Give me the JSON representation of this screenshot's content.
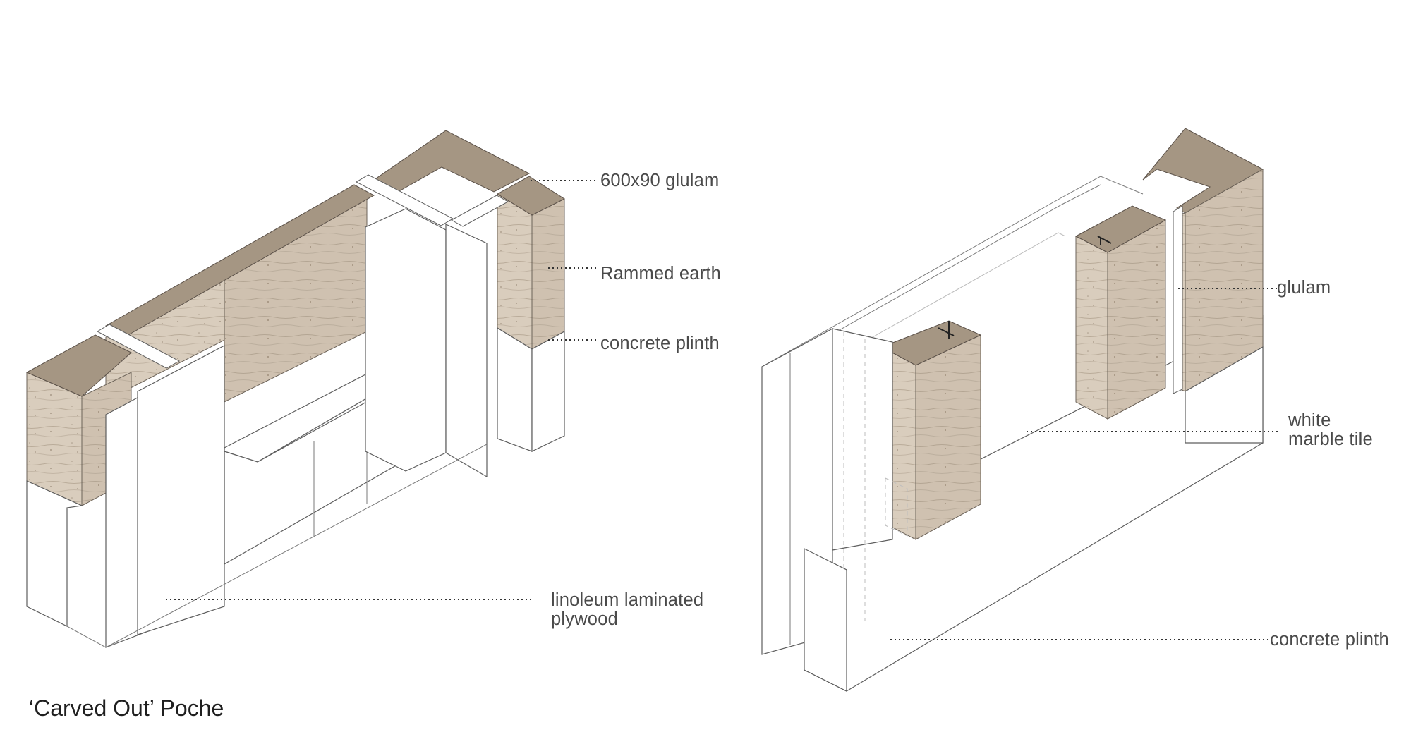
{
  "title": "‘Carved Out’ Poche",
  "labels": {
    "glulam_600x90": "600x90 glulam",
    "rammed_earth": "Rammed earth",
    "concrete_plinth_left": "concrete plinth",
    "linoleum_line1": "linoleum laminated",
    "linoleum_line2": "plywood",
    "glulam": "glulam",
    "marble_line1": "white",
    "marble_line2": "marble tile",
    "concrete_plinth_right": "concrete plinth"
  },
  "colors": {
    "rammed_earth": "#d8cbbb",
    "cap_top": "#a59683",
    "outline": "#5e5e5e",
    "label_text": "#4a4a4a"
  }
}
